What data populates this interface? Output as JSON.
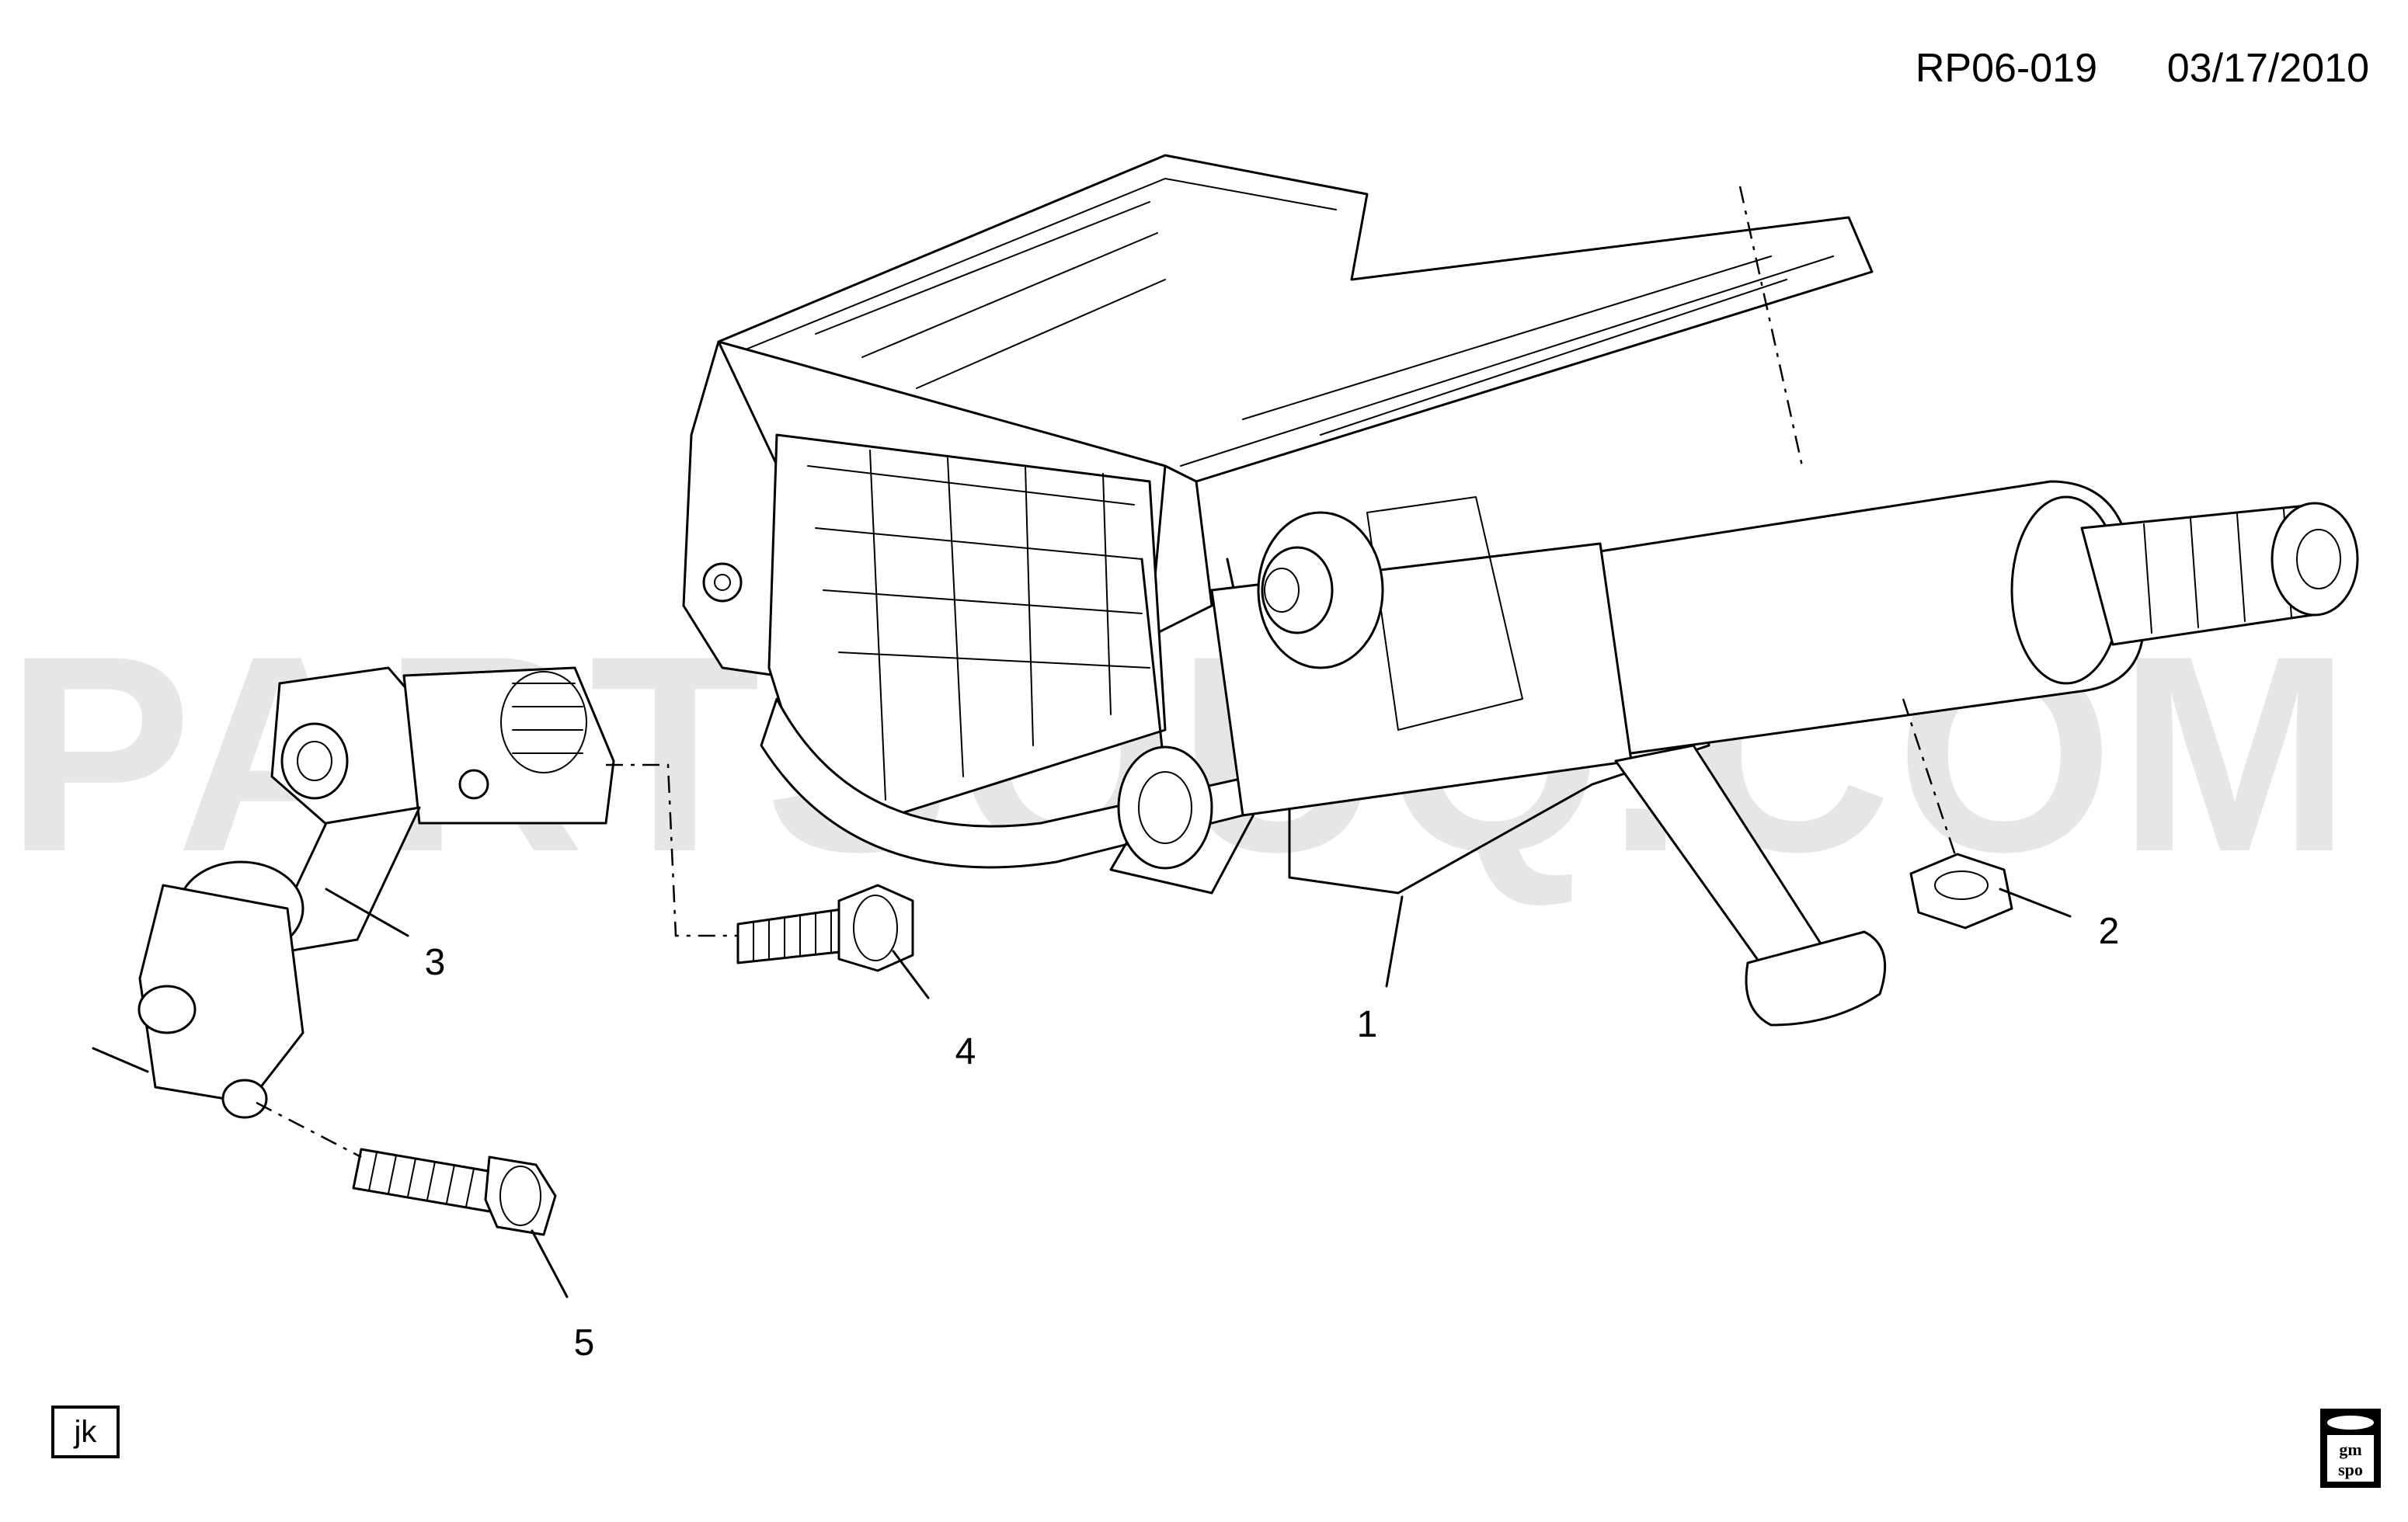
{
  "header": {
    "diagram_code": "RP06-019",
    "date": "03/17/2010"
  },
  "watermark": {
    "text": "PARTSOUQ.COM"
  },
  "callouts": [
    {
      "id": "1",
      "label": "1"
    },
    {
      "id": "2",
      "label": "2"
    },
    {
      "id": "3",
      "label": "3"
    },
    {
      "id": "4",
      "label": "4"
    },
    {
      "id": "5",
      "label": "5"
    }
  ],
  "footer": {
    "initials": "jk",
    "logo_text_top": "gm",
    "logo_text_bottom": "spo"
  },
  "colors": {
    "line": "#000000",
    "background": "#ffffff",
    "watermark": "#e6e6e6"
  }
}
